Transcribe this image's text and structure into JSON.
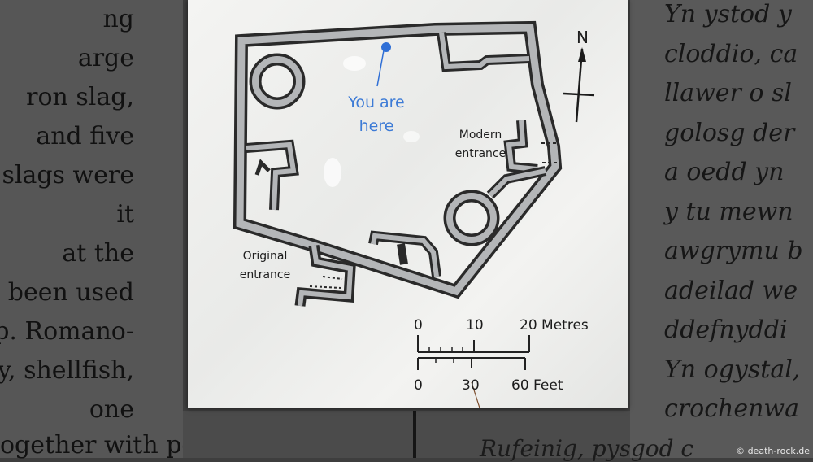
{
  "left_text_lines": [
    "ng",
    "arge",
    "ron slag,",
    "and five",
    "slags were",
    "it",
    "at the",
    "been used",
    "p. Romano-",
    "ry, shellfish,",
    "one"
  ],
  "left_bottom_line": "ogether with pointed",
  "right_text_lines": [
    "Yn ystod y",
    "cloddio, ca",
    "llawer o sl",
    "golosg der",
    "a oedd yn",
    "y tu mewn",
    "awgrymu b",
    "adeilad we",
    "ddefnyddi",
    "Yn ogystal,",
    "crochenwa"
  ],
  "right_bottom_line": "Rufeinig, pysgod c",
  "map": {
    "compass": "N",
    "you_are_here": [
      "You are",
      "here"
    ],
    "modern_entrance": [
      "Modern",
      "entrance"
    ],
    "original_entrance": [
      "Original",
      "entrance"
    ],
    "scale_metres": [
      "0",
      "10",
      "20 Metres"
    ],
    "scale_feet": [
      "0",
      "30",
      "60 Feet"
    ]
  },
  "credit": "© death-rock.de",
  "colors": {
    "wall_fill": "#b4b6b8",
    "wall_outline": "#2a2a2a",
    "marker": "#2f6fd6"
  }
}
